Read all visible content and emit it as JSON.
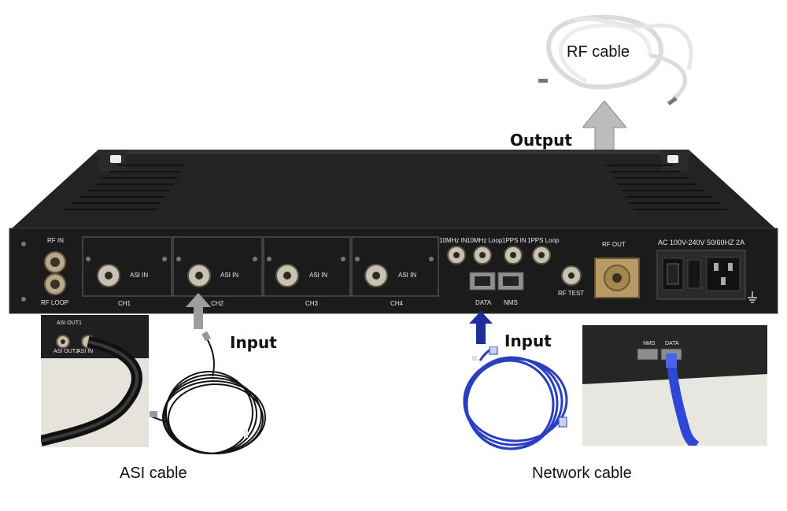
{
  "callouts": {
    "rf_cable": "RF cable",
    "output": "Output",
    "input_asi": "Input",
    "input_network": "Input",
    "asi_cable": "ASI cable",
    "network_cable": "Network cable"
  },
  "panel": {
    "rf_in": "RF IN",
    "rf_loop": "RF LOOP",
    "asi_in": "ASI IN",
    "channels": [
      "CH1",
      "CH2",
      "CH3",
      "CH4"
    ],
    "ref_labels": [
      "10MHz IN",
      "10MHz Loop",
      "1PPS IN",
      "1PPS Loop"
    ],
    "data": "DATA",
    "nms": "NMS",
    "rf_test": "RF TEST",
    "rf_out": "RF OUT",
    "power": "AC 100V-240V 50/60HZ 2A"
  },
  "photo_asi": {
    "asi_out1": "ASI OUT1",
    "asi_out2": "ASI OUT2",
    "asi_in": "ASI IN"
  },
  "photo_network": {
    "nms": "NMS",
    "data": "DATA"
  },
  "colors": {
    "chassis": "#1c1c1c",
    "arrow_gray": "#a0a0a0",
    "arrow_blue": "#1e2f9c",
    "network_cable": "#2a3fc0",
    "rf_cable": "#e4e6e4"
  }
}
